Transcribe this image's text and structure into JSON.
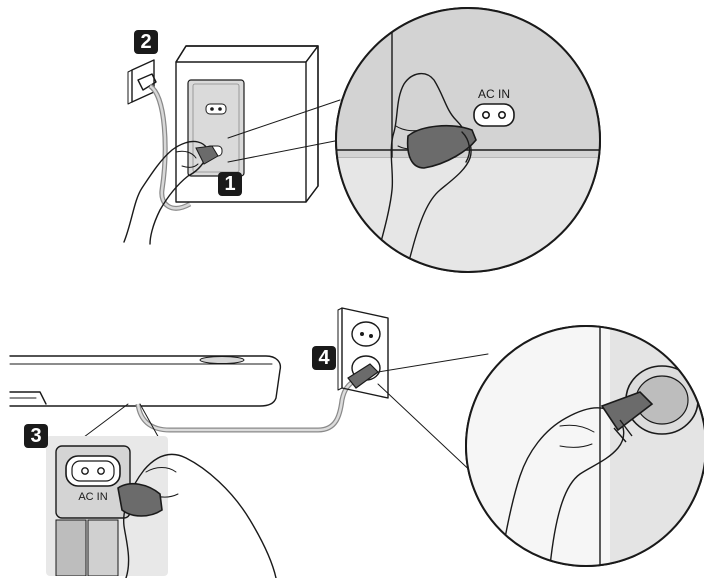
{
  "steps": {
    "step1": "1",
    "step2": "2",
    "step3": "3",
    "step4": "4"
  },
  "labels": {
    "ac_in_top": "AC IN",
    "ac_in_bottom": "AC IN"
  },
  "colors": {
    "badge": "#1a1a1a",
    "plug": "#6b6b6b",
    "panel": "#d9d9d9",
    "magnify_bg": "#cfcfcf",
    "cable": "#c8c8c8",
    "soundbar": "#e6e6e6"
  }
}
